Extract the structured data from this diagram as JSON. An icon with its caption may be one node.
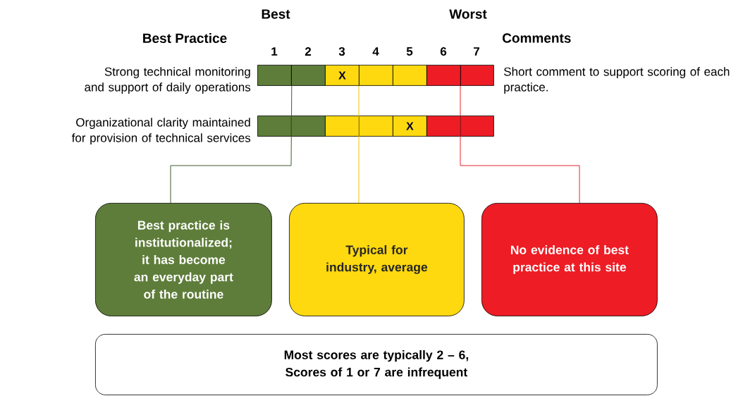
{
  "diagram": {
    "nodes": [
      {
        "text": [],
        "shape": "box"
      },
      {
        "text": [],
        "shape": "box"
      },
      {
        "text": [
          "X"
        ]
      },
      {
        "text": [],
        "shape": "box"
      },
      {
        "text": [],
        "shape": "box"
      },
      {
        "text": [],
        "shape": "box"
      },
      {
        "text": [],
        "shape": "box"
      },
      {
        "text": [],
        "shape": "box"
      },
      {
        "text": [],
        "shape": "box"
      },
      {
        "text": [],
        "shape": "box"
      },
      {
        "text": [],
        "shape": "box"
      },
      {
        "text": [
          "X"
        ]
      },
      {
        "text": [],
        "shape": "box"
      },
      {
        "text": [],
        "shape": "box"
      },
      {
        "text": [
          "Best practice is institutionalized; it has become an everyday part of the routine"
        ]
      },
      {
        "text": [
          "Typical for industry, average"
        ]
      },
      {
        "text": [
          "No evidence of best practice at this site"
        ]
      },
      {
        "text": [
          "Most scores are typically 2 – 6, Scores of 1 or 7 are infrequent"
        ]
      }
    ],
    "edges": [
      {
        "from": 0,
        "to": 14,
        "arrow": "none",
        "color": "#3f5a2c"
      },
      {
        "from": 3,
        "to": 15,
        "arrow": "none",
        "color": "#f2c400"
      },
      {
        "from": 6,
        "to": 16,
        "arrow": "none",
        "color": "#e3242b"
      }
    ],
    "labels": [
      "Best",
      "Worst",
      "Best Practice",
      "Comments",
      "1",
      "2",
      "3",
      "4",
      "5",
      "6",
      "7",
      "Strong technical monitoring and support of daily operations",
      "Short comment to support scoring of each practice.",
      "Organizational clarity maintained for provision of technical services"
    ]
  }
}
